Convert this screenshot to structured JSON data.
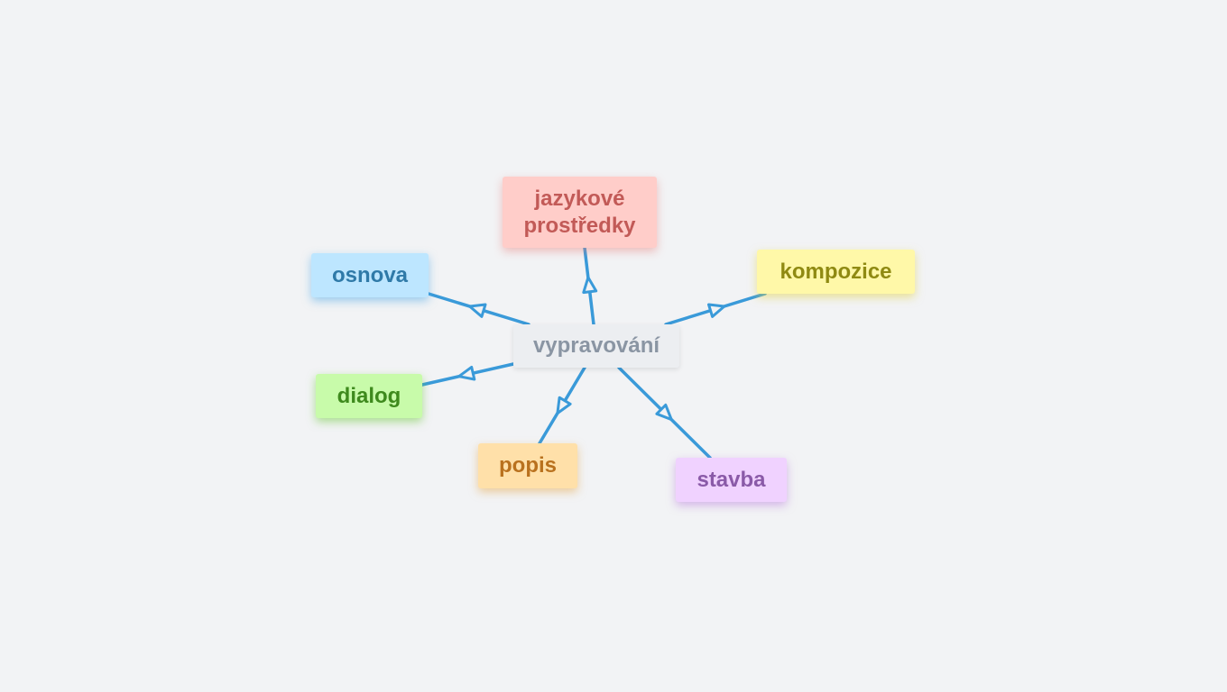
{
  "diagram": {
    "center": {
      "label": "vypravování"
    },
    "branches": [
      {
        "id": "jazykove",
        "label": "jazykové\nprostředky",
        "color": "#c25a57",
        "fill": "#ffcdc9"
      },
      {
        "id": "kompozice",
        "label": "kompozice",
        "color": "#8f8a12",
        "fill": "#fff8a8"
      },
      {
        "id": "osnova",
        "label": "osnova",
        "color": "#2f7aa8",
        "fill": "#bde6ff"
      },
      {
        "id": "dialog",
        "label": "dialog",
        "color": "#3e8a1d",
        "fill": "#c8fbaa"
      },
      {
        "id": "popis",
        "label": "popis",
        "color": "#b9711e",
        "fill": "#ffe0a9"
      },
      {
        "id": "stavba",
        "label": "stavba",
        "color": "#8a5aa8",
        "fill": "#f0d2ff"
      }
    ],
    "edge_color": "#3a9ad9",
    "background": "#f2f3f5"
  }
}
